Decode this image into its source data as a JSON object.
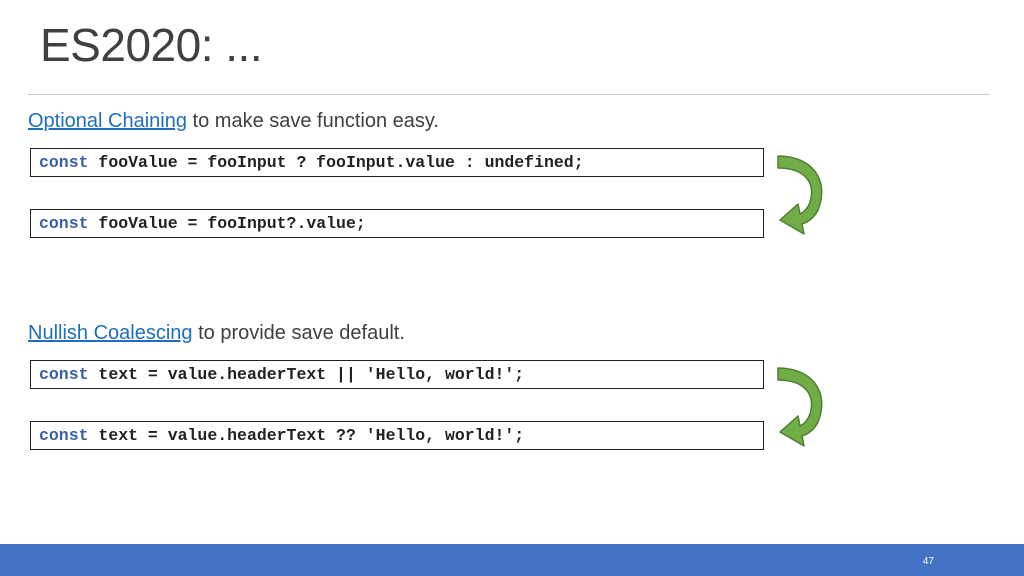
{
  "slide": {
    "title": "ES2020: ...",
    "page_number": "47"
  },
  "sections": [
    {
      "link_text": "Optional Chaining",
      "description": " to make save function easy.",
      "before": {
        "keyword": "const",
        "code": " fooValue = fooInput ? fooInput.value : undefined;"
      },
      "after": {
        "keyword": "const",
        "code": " fooValue = fooInput?.value;"
      }
    },
    {
      "link_text": "Nullish Coalescing",
      "description": " to provide save default.",
      "before": {
        "keyword": "const",
        "code": " text = value.headerText || 'Hello, world!';"
      },
      "after": {
        "keyword": "const",
        "code": " text = value.headerText ?? 'Hello, world!';"
      }
    }
  ],
  "colors": {
    "accent_footer": "#4472c4",
    "link": "#1f6fbf",
    "keyword": "#3a5fa7",
    "arrow_green": "#70ad47"
  },
  "icons": [
    "curved-arrow-icon",
    "curved-arrow-icon"
  ]
}
